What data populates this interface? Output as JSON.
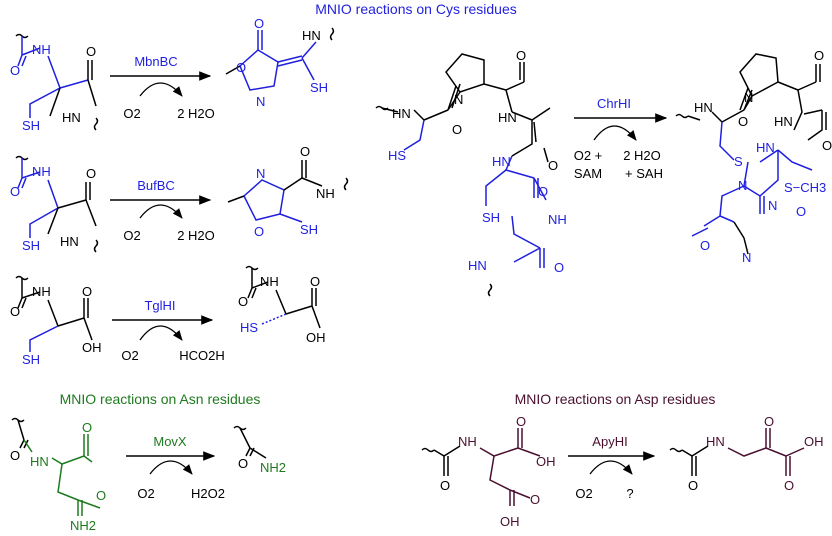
{
  "colors": {
    "cys": "#1f1fe0",
    "asn": "#1f7a1f",
    "asp": "#4a1030",
    "black": "#000000"
  },
  "sections": {
    "cys_title": "MNIO reactions on Cys residues",
    "asn_title": "MNIO reactions on Asn residues",
    "asp_title": "MNIO reactions on Asp residues"
  },
  "reactions": {
    "mbnbc": {
      "enzyme": "MbnBC",
      "reagent": "O2",
      "byproduct": "2 H2O"
    },
    "bufbc": {
      "enzyme": "BufBC",
      "reagent": "O2",
      "byproduct": "2 H2O"
    },
    "tglhi": {
      "enzyme": "TglHI",
      "reagent": "O2",
      "byproduct": "HCO2H"
    },
    "chrhi": {
      "enzyme": "ChrHI",
      "reagent_1": "O2 +",
      "reagent_2": "SAM",
      "byproduct_1": "2 H2O",
      "byproduct_2": "+ SAH"
    },
    "movx": {
      "enzyme": "MovX",
      "reagent": "O2",
      "byproduct": "H2O2"
    },
    "apyhi": {
      "enzyme": "ApyHI",
      "reagent": "O2",
      "byproduct": "?"
    }
  },
  "atoms": {
    "O": "O",
    "NH": "NH",
    "HN": "HN",
    "N": "N",
    "SH": "SH",
    "S": "S",
    "HS": "HS",
    "OH": "OH",
    "NH2": "NH2",
    "SCH3": "S−CH3"
  }
}
